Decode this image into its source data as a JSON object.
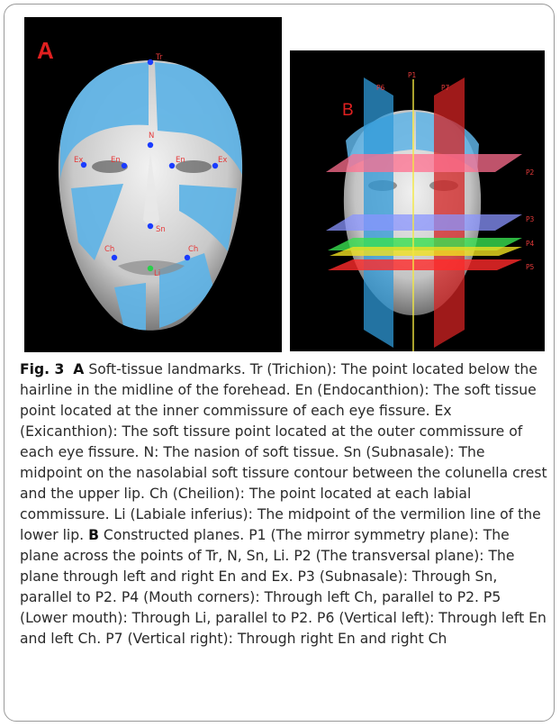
{
  "panel_a": {
    "letter": "A",
    "landmarks": {
      "tr": "Tr",
      "n": "N",
      "ex_right": "Ex",
      "en_right": "En",
      "en_left": "En",
      "ex_left": "Ex",
      "sn": "Sn",
      "ch_right": "Ch",
      "ch_left": "Ch",
      "li": "Li"
    }
  },
  "panel_b": {
    "letter": "B",
    "planes": {
      "p1": "P1",
      "p6": "P6",
      "p7": "P7",
      "p2": "P2",
      "p3": "P3",
      "p4": "P4",
      "p5": "P5"
    }
  },
  "caption": {
    "fig_label": "Fig. 3",
    "a_label": "A",
    "a_text": " Soft-tissue landmarks. Tr (Trichion): The point located below the hairline in the midline of the forehead. En (Endocanthion): The soft tissue point located at the inner commissure of each eye fissure. Ex (Exicanthion): The soft tissure point located at the outer commissure of each eye fissure. N: The nasion of soft tissue. Sn (Subnasale): The midpoint on the nasolabial soft tissure contour between the colunella crest and the upper lip. Ch (Cheilion): The point located at each labial commissure. Li (Labiale inferius): The midpoint of the vermilion line of the lower lip. ",
    "b_label": "B",
    "b_text": " Constructed planes. P1 (The mirror symmetry plane): The plane across the points of Tr, N, Sn, Li. P2 (The transversal plane): The plane through left and right En and Ex. P3 (Subnasale): Through Sn, parallel to P2. P4 (Mouth corners): Through left Ch, parallel to P2. P5 (Lower mouth): Through Li, parallel to P2. P6 (Vertical left): Through left En and left Ch. P7 (Vertical right): Through right En and right Ch"
  }
}
